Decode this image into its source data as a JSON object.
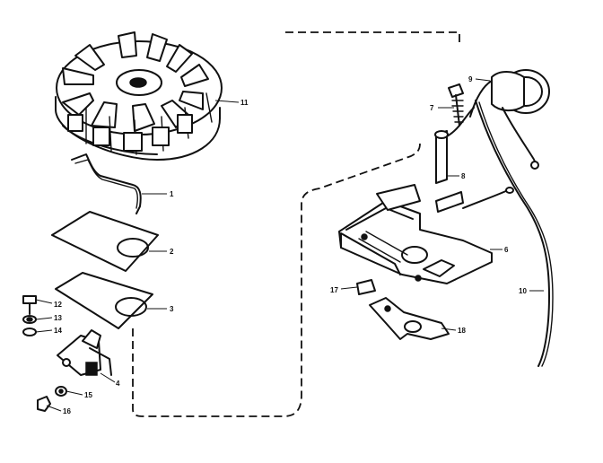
{
  "callouts": {
    "p1": "1",
    "p2": "2",
    "p3": "3",
    "p4": "4",
    "p6": "6",
    "p7": "7",
    "p8": "8",
    "p9": "9",
    "p10": "10",
    "p11": "11",
    "p12": "12",
    "p13": "13",
    "p14": "14",
    "p15": "15",
    "p16": "16",
    "p17": "17",
    "p18": "18"
  }
}
